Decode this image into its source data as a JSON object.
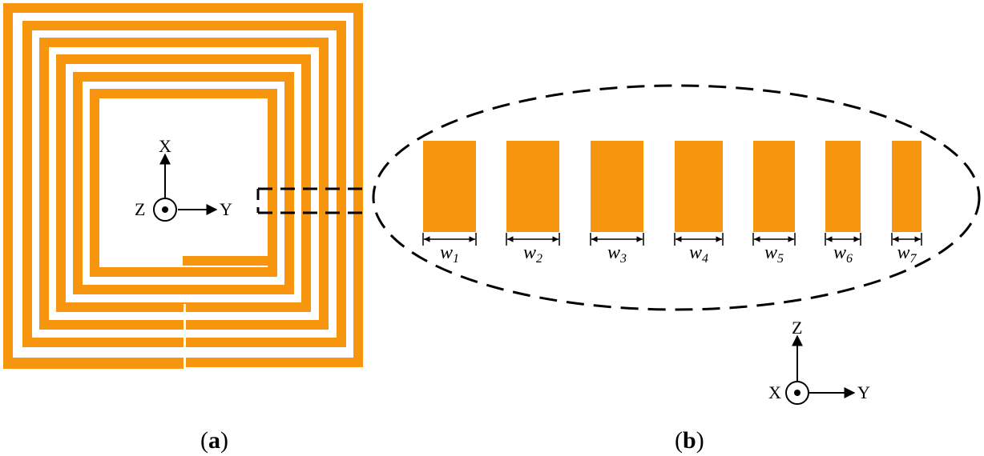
{
  "colors": {
    "copper": "#F7950E",
    "ink": "#000000",
    "background": "#FFFFFF"
  },
  "panel_a": {
    "caption_open": "(",
    "caption_letter": "a",
    "caption_close": ")",
    "axes": {
      "up": "X",
      "right": "Y",
      "center": "Z"
    }
  },
  "panel_b": {
    "caption_open": "(",
    "caption_letter": "b",
    "caption_close": ")",
    "axes": {
      "up": "Z",
      "right": "Y",
      "center": "X"
    },
    "widths": [
      {
        "base": "w",
        "sub": "1"
      },
      {
        "base": "w",
        "sub": "2"
      },
      {
        "base": "w",
        "sub": "3"
      },
      {
        "base": "w",
        "sub": "4"
      },
      {
        "base": "w",
        "sub": "5"
      },
      {
        "base": "w",
        "sub": "6"
      },
      {
        "base": "w",
        "sub": "7"
      }
    ]
  }
}
